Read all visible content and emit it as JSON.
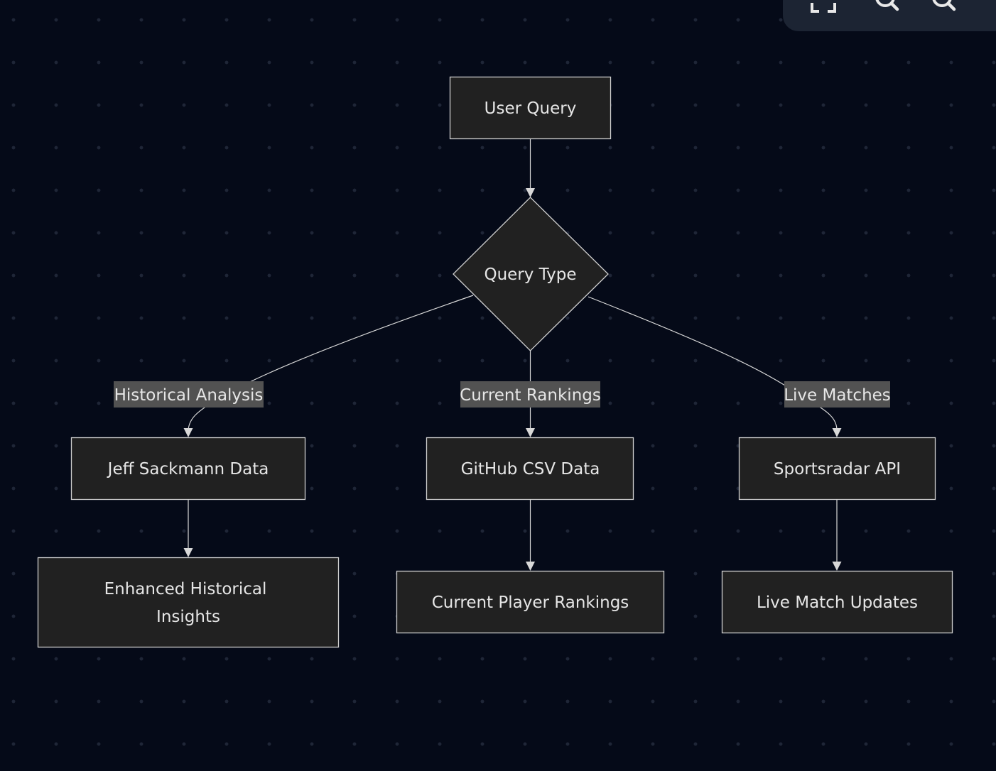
{
  "toolbar": {
    "icons": [
      "fullscreen-icon",
      "zoom-in-icon",
      "zoom-out-icon"
    ]
  },
  "diagram": {
    "nodes": {
      "user_query": "User Query",
      "query_type": "Query Type",
      "jeff_sackmann": "Jeff Sackmann Data",
      "github_csv": "GitHub CSV Data",
      "sportsradar": "Sportsradar API",
      "enhanced_insights": [
        "Enhanced Historical",
        "Insights"
      ],
      "current_rankings_out": "Current Player Rankings",
      "live_updates": "Live Match Updates"
    },
    "edge_labels": {
      "historical": "Historical Analysis",
      "current": "Current Rankings",
      "live": "Live Matches"
    }
  },
  "colors": {
    "background": "#050a18",
    "node_fill": "#212121",
    "node_stroke": "#cfcfcf",
    "edge": "#d8d8d8",
    "label_bg": "#525252",
    "text": "#e6e6e6"
  }
}
